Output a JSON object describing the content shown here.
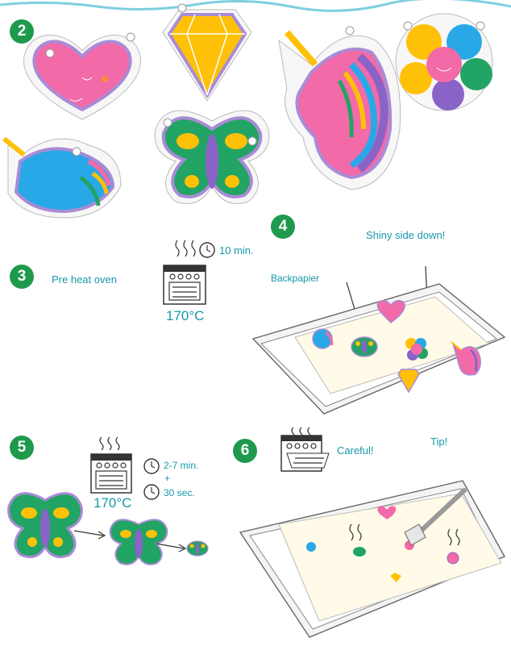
{
  "steps": {
    "s2": {
      "number": "2"
    },
    "s3": {
      "number": "3",
      "instruction": "Pre heat oven",
      "time": "10 min.",
      "temperature": "170°C"
    },
    "s4": {
      "number": "4",
      "note": "Shiny side down!",
      "label": "Backpapier"
    },
    "s5": {
      "number": "5",
      "time_a": "2-7 min.",
      "plus": "+",
      "time_b": "30 sec.",
      "temperature": "170°C"
    },
    "s6": {
      "number": "6",
      "warning": "Careful!",
      "tip": "Tip!"
    }
  },
  "colors": {
    "badge": "#1f9a4d",
    "text": "#1898a8",
    "pink": "#f26aa8",
    "yellow": "#ffc107",
    "green": "#21a464",
    "purple": "#8a63c7",
    "blue": "#29a8e8",
    "orange": "#ff8a3d"
  }
}
